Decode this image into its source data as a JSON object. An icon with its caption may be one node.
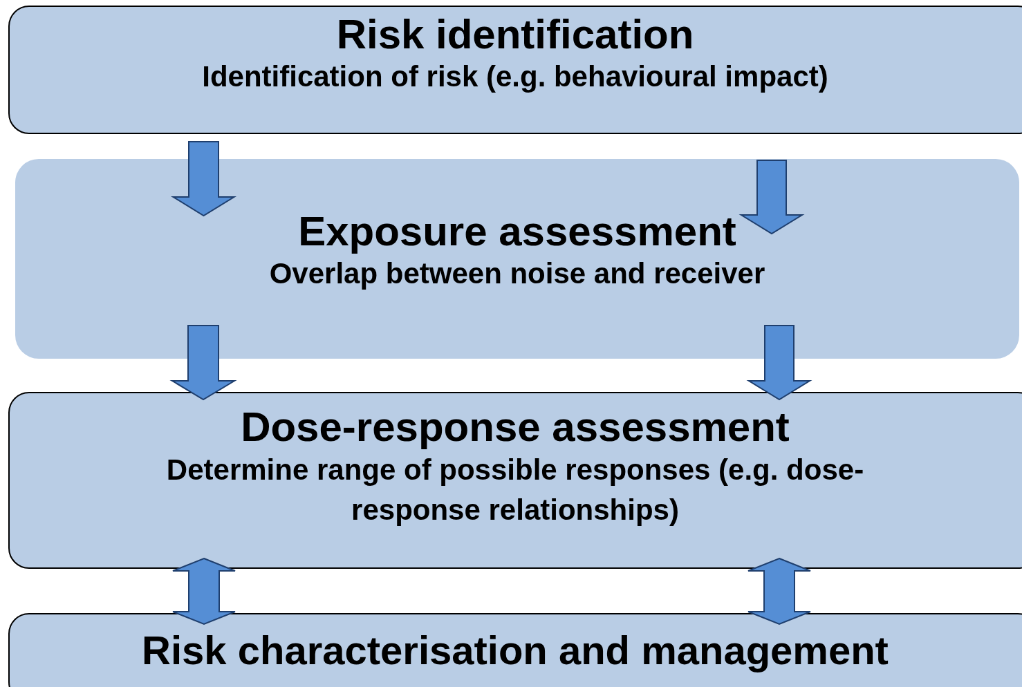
{
  "diagram": {
    "nodes": [
      {
        "text": [
          "Risk identification",
          "Identification of risk (e.g. behavioural impact)"
        ]
      },
      {
        "text": [
          "Exposure assessment",
          "Overlap between noise and receiver"
        ]
      },
      {
        "text": [
          "Dose-response assessment",
          "Determine range of possible responses (e.g. dose-response relationships)"
        ]
      },
      {
        "text": [
          "Risk characterisation and management"
        ]
      }
    ],
    "edges": [
      {
        "from": 0,
        "to": 1,
        "arrow": "to"
      },
      {
        "from": 0,
        "to": 1,
        "arrow": "to"
      },
      {
        "from": 1,
        "to": 2,
        "arrow": "to"
      },
      {
        "from": 1,
        "to": 2,
        "arrow": "to"
      },
      {
        "from": 2,
        "to": 3,
        "arrow": "both"
      },
      {
        "from": 2,
        "to": 3,
        "arrow": "both"
      }
    ]
  }
}
